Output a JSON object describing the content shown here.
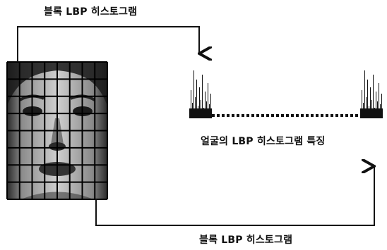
{
  "labels": {
    "top": "블록 LBP 히스토그램",
    "middle": "얼굴의 LBP 히스토그램 특징",
    "bottom": "블록 LBP 히스토그램"
  },
  "face_grid": {
    "columns": 8,
    "rows": 8
  },
  "colors": {
    "stroke": "#111111",
    "background": "#ffffff"
  }
}
